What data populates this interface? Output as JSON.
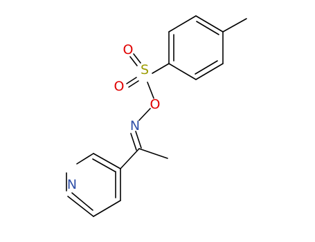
{
  "molecule": {
    "atoms": [
      {
        "id": "S",
        "symbol": "S",
        "color": "#9c9c00"
      },
      {
        "id": "O1",
        "symbol": "O",
        "color": "#e00000"
      },
      {
        "id": "O2",
        "symbol": "O",
        "color": "#e00000"
      },
      {
        "id": "O3",
        "symbol": "O",
        "color": "#e00000"
      },
      {
        "id": "N1",
        "symbol": "N",
        "color": "#3050a8"
      },
      {
        "id": "N2",
        "symbol": "N",
        "color": "#3050a8"
      }
    ],
    "bond_color": "#000000"
  }
}
